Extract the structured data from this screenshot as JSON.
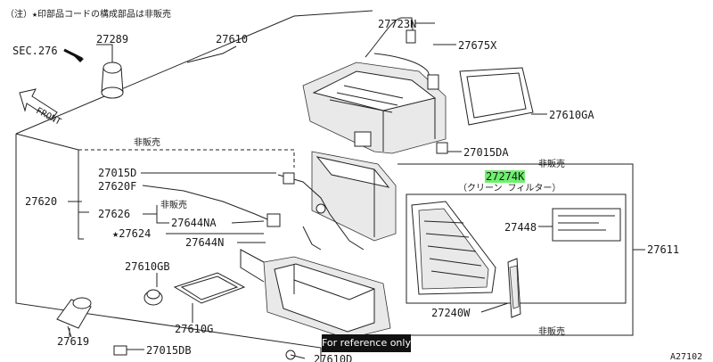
{
  "header_note": "（注）★印部品コードの構成部品は非販売",
  "sec_ref": "SEC.276",
  "front_label": "FRONT",
  "not_sold": "非販売",
  "clean_filter": "（クリーン フィルター）",
  "watermark": "For reference only",
  "drawing_id": "A27102",
  "highlight_color": "#6ef06e",
  "parts": {
    "p27289": "27289",
    "p27610": "27610",
    "p27723N": "27723N",
    "p27675X": "27675X",
    "p27610GA": "27610GA",
    "p27015DA": "27015DA",
    "p27274K": "27274K",
    "p27015D": "27015D",
    "p27620F": "27620F",
    "p27620": "27620",
    "p27626": "27626",
    "p27644NA": "27644NA",
    "p27624": "★27624",
    "p27644N": "27644N",
    "p27448": "27448",
    "p27611": "27611",
    "p27610GB": "27610GB",
    "p27610G": "27610G",
    "p27240W": "27240W",
    "p27619": "27619",
    "p27015DB": "27015DB",
    "p27610D": "27610D"
  }
}
